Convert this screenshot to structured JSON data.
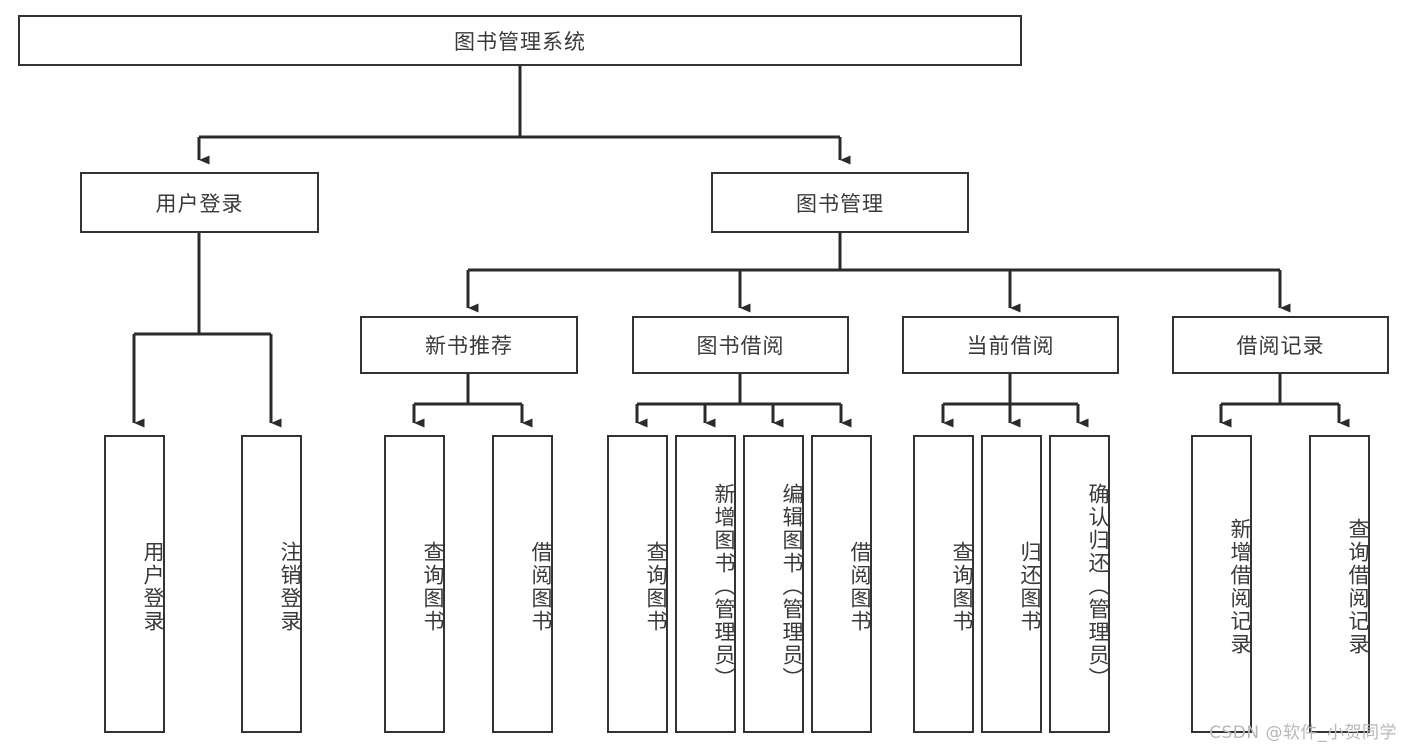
{
  "diagram": {
    "title": "图书管理系统",
    "watermark": "CSDN @软件_小贺同学",
    "colors": {
      "box_border": "#333333",
      "box_fill": "#ffffff",
      "connector": "#2b2b2b",
      "text": "#3a3a3a",
      "watermark": "#b8b8b8",
      "background": "#ffffff"
    },
    "root": {
      "label": "图书管理系统"
    },
    "level2": [
      {
        "label": "用户登录"
      },
      {
        "label": "图书管理"
      }
    ],
    "level3": [
      {
        "label": "新书推荐"
      },
      {
        "label": "图书借阅"
      },
      {
        "label": "当前借阅"
      },
      {
        "label": "借阅记录"
      }
    ],
    "leaves": [
      {
        "label": "用户登录",
        "parent": "用户登录"
      },
      {
        "label": "注销登录",
        "parent": "用户登录"
      },
      {
        "label": "查询图书",
        "parent": "新书推荐"
      },
      {
        "label": "借阅图书",
        "parent": "新书推荐"
      },
      {
        "label": "查询图书",
        "parent": "图书借阅"
      },
      {
        "label": "新增图书（管理员）",
        "parent": "图书借阅"
      },
      {
        "label": "编辑图书（管理员）",
        "parent": "图书借阅"
      },
      {
        "label": "借阅图书",
        "parent": "图书借阅"
      },
      {
        "label": "查询图书",
        "parent": "当前借阅"
      },
      {
        "label": "归还图书",
        "parent": "当前借阅"
      },
      {
        "label": "确认归还（管理员）",
        "parent": "当前借阅"
      },
      {
        "label": "新增借阅记录",
        "parent": "借阅记录"
      },
      {
        "label": "查询借阅记录",
        "parent": "借阅记录"
      }
    ]
  }
}
